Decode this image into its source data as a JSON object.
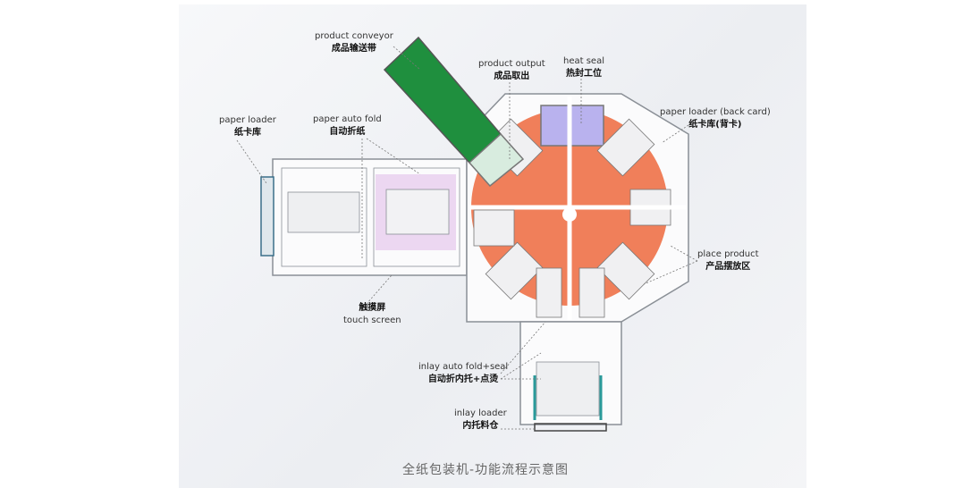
{
  "labels": {
    "product_conveyor": {
      "en": "product conveyor",
      "zh": "成品输送带"
    },
    "product_output": {
      "en": "product output",
      "zh": "成品取出"
    },
    "heat_seal": {
      "en": "heat seal",
      "zh": "热封工位"
    },
    "paper_loader_back": {
      "en": "paper loader (back card)",
      "zh": "纸卡库(背卡)"
    },
    "paper_loader": {
      "en": "paper loader",
      "zh": "纸卡库"
    },
    "paper_auto_fold": {
      "en": "paper auto fold",
      "zh": "自动折纸"
    },
    "place_product": {
      "en": "place product",
      "zh": "产品摆放区"
    },
    "touch_screen": {
      "en": "touch screen",
      "zh": "触摸屏"
    },
    "inlay_auto_fold_seal": {
      "en": "inlay auto fold+seal",
      "zh": "自动折内托+点烫"
    },
    "inlay_loader": {
      "en": "inlay loader",
      "zh": "内托料仓"
    }
  },
  "caption": "全纸包装机-功能流程示意图",
  "colors": {
    "turntable": "#f07f5a",
    "conveyor": "#1f8f3e",
    "fold_zone": "#e6c8ec",
    "heat_seal": "#b9b2ee",
    "frame": "#8a8f96"
  }
}
